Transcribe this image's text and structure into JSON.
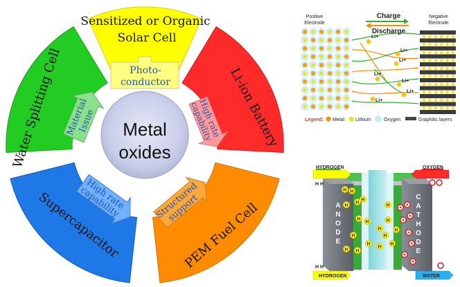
{
  "center": {
    "line1": "Metal",
    "line2": "oxides"
  },
  "segments": {
    "solar": {
      "line1": "Sensitized or Organic",
      "line2": "Solar Cell",
      "color": "#ffff00"
    },
    "liion": {
      "label": "Li-ion Battery",
      "color": "#ff2a2a"
    },
    "pem": {
      "label": "PEM Fuel Cell",
      "color": "#ff8c00"
    },
    "supercap": {
      "label": "Supercapacitor",
      "color": "#1e78e6"
    },
    "water": {
      "label": "Water Splitting Cell",
      "color": "#22cc22"
    }
  },
  "arrows": {
    "photo": {
      "line1": "Photo-",
      "line2": "conductor"
    },
    "highrate_right": {
      "line1": "High rate",
      "line2": "capability"
    },
    "structured": {
      "line1": "Structured",
      "line2": "support"
    },
    "highrate_left": {
      "line1": "High rate",
      "line2": "capability"
    },
    "material": {
      "line1": "Material",
      "line2": "Issue"
    }
  },
  "battery": {
    "positive": {
      "line1": "Positive",
      "line2": "Electrode"
    },
    "negative": {
      "line1": "Negative",
      "line2": "Electrode"
    },
    "charge": "Charge",
    "discharge": "Discharge",
    "ion": "Li+",
    "legend": {
      "title": "Legend:",
      "metal": "Metal",
      "lithium": "Lithium",
      "oxygen": "Oxygen",
      "graphitic": "Graphitic layers"
    }
  },
  "fuelcell": {
    "hydrogen_in": "HYDROGEN",
    "oxygen_in": "OXYGEN",
    "hydrogen_out": "HYDROGEN",
    "water_out": "WATER",
    "anode": [
      "A",
      "N",
      "O",
      "D",
      "E"
    ],
    "cathode": [
      "C",
      "A",
      "T",
      "H",
      "O",
      "D",
      "E"
    ],
    "h2": "H H",
    "h": "H",
    "o": "O"
  }
}
